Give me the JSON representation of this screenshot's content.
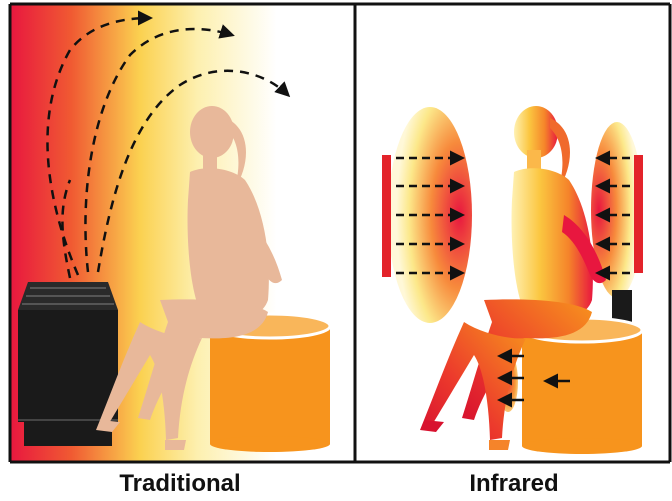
{
  "captions": {
    "left": "Traditional",
    "right": "Infrared"
  },
  "colors": {
    "frame": "#111111",
    "heat_red": "#e8173f",
    "heat_orange": "#f39a1e",
    "heat_yellow": "#fce88a",
    "figure_skin": "#e8b89a",
    "seat_orange": "#f7941d",
    "stove_black": "#1a1a1a",
    "emitter_red": "#e3232a",
    "arrow": "#111111"
  },
  "icons": {
    "stove": "sauna-stove-icon",
    "seat": "bench-cylinder-icon",
    "person": "seated-woman-figure"
  }
}
